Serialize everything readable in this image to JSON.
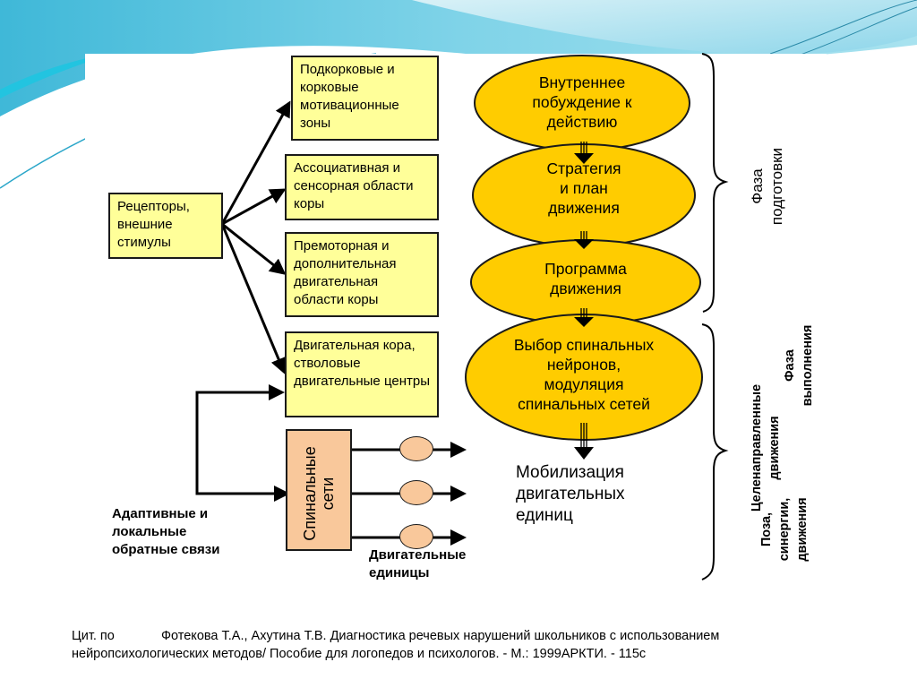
{
  "colors": {
    "box_fill": "#ffff99",
    "ellipse_fill": "#ffcc00",
    "spinal_fill": "#f9c89b",
    "background_wave": "#5bc5e0"
  },
  "left_box": {
    "text": "Рецепторы, внешние стимулы"
  },
  "cortex_boxes": [
    {
      "text": "Подкорковые и корковые мотивационные зоны"
    },
    {
      "text": "Ассоциативная и сенсорная области коры"
    },
    {
      "text": "Премоторная и дополнительная двигательная области коры"
    },
    {
      "text": "Двигательная кора, стволовые двигательные центры"
    }
  ],
  "spinal_box": {
    "line1": "Спинальные",
    "line2": "сети"
  },
  "ellipses": [
    {
      "lines": [
        "Внутреннее",
        "побуждение к",
        "действию"
      ]
    },
    {
      "lines": [
        "Стратегия",
        "и план",
        "движения"
      ]
    },
    {
      "lines": [
        "Программа",
        "движения"
      ]
    },
    {
      "lines": [
        "Выбор спинальных",
        "нейронов,",
        "модуляция",
        "спинальных сетей"
      ]
    }
  ],
  "mobilization": {
    "lines": [
      "Мобилизация",
      "двигательных",
      "единиц"
    ]
  },
  "feedback_label": {
    "lines": [
      "Адаптивные и",
      "локальные",
      "обратные связи"
    ]
  },
  "motor_units_label": {
    "lines": [
      "Двигательные",
      "единицы"
    ]
  },
  "phases": {
    "preparation": {
      "line1": "Фаза",
      "line2": "подготовки"
    },
    "execution": {
      "line1": "Фаза",
      "line2": "выполнения"
    },
    "goal_directed": {
      "line1": "Целенаправленные",
      "line2": "движения"
    },
    "posture": {
      "line1": "Поза,",
      "line2": "синергии,",
      "line3": "движения"
    }
  },
  "citation": {
    "prefix": "Цит. по",
    "line1": "Фотекова Т.А., Ахутина Т.В. Диагностика речевых нарушений школьников с использованием",
    "line2": "нейропсихологических методов/ Пособие для логопедов и психологов. - М.: 1999АРКТИ. - 115с"
  }
}
